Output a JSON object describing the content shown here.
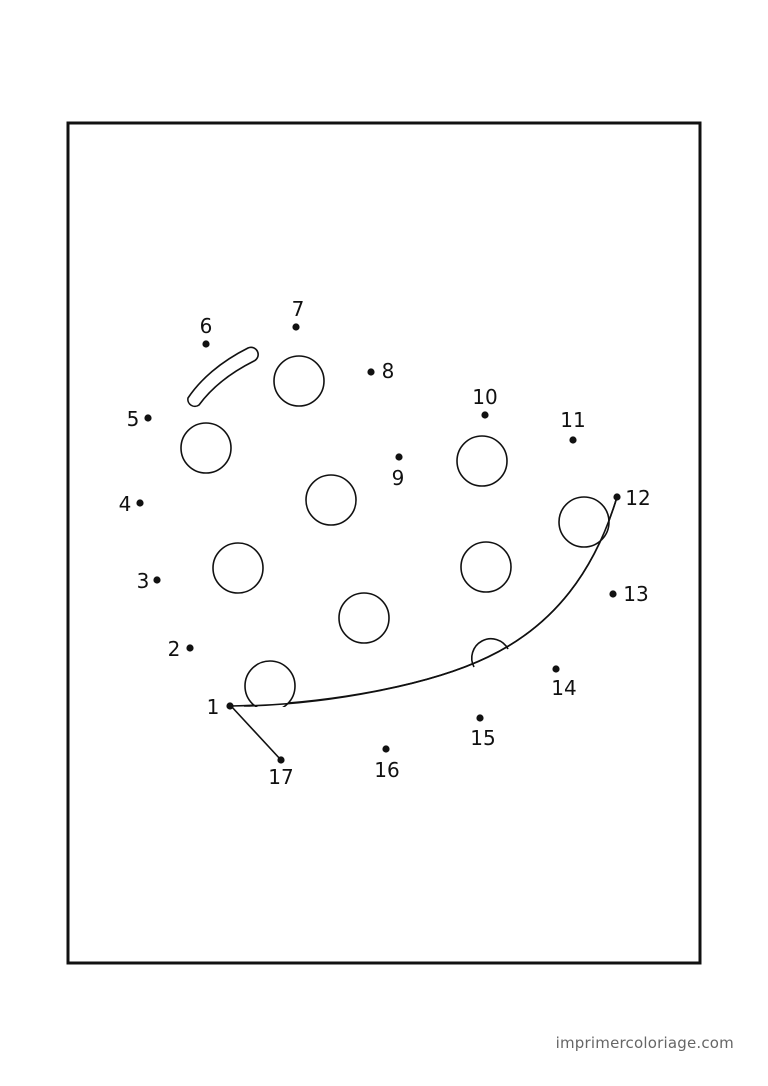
{
  "footer": {
    "watermark": "imprimercoloriage.com"
  },
  "colors": {
    "ink": "#111111",
    "paper": "#ffffff",
    "watermark": "#666666"
  },
  "dots": [
    {
      "label": "1"
    },
    {
      "label": "2"
    },
    {
      "label": "3"
    },
    {
      "label": "4"
    },
    {
      "label": "5"
    },
    {
      "label": "6"
    },
    {
      "label": "7"
    },
    {
      "label": "8"
    },
    {
      "label": "9"
    },
    {
      "label": "10"
    },
    {
      "label": "11"
    },
    {
      "label": "12"
    },
    {
      "label": "13"
    },
    {
      "label": "14"
    },
    {
      "label": "15"
    },
    {
      "label": "16"
    },
    {
      "label": "17"
    }
  ]
}
